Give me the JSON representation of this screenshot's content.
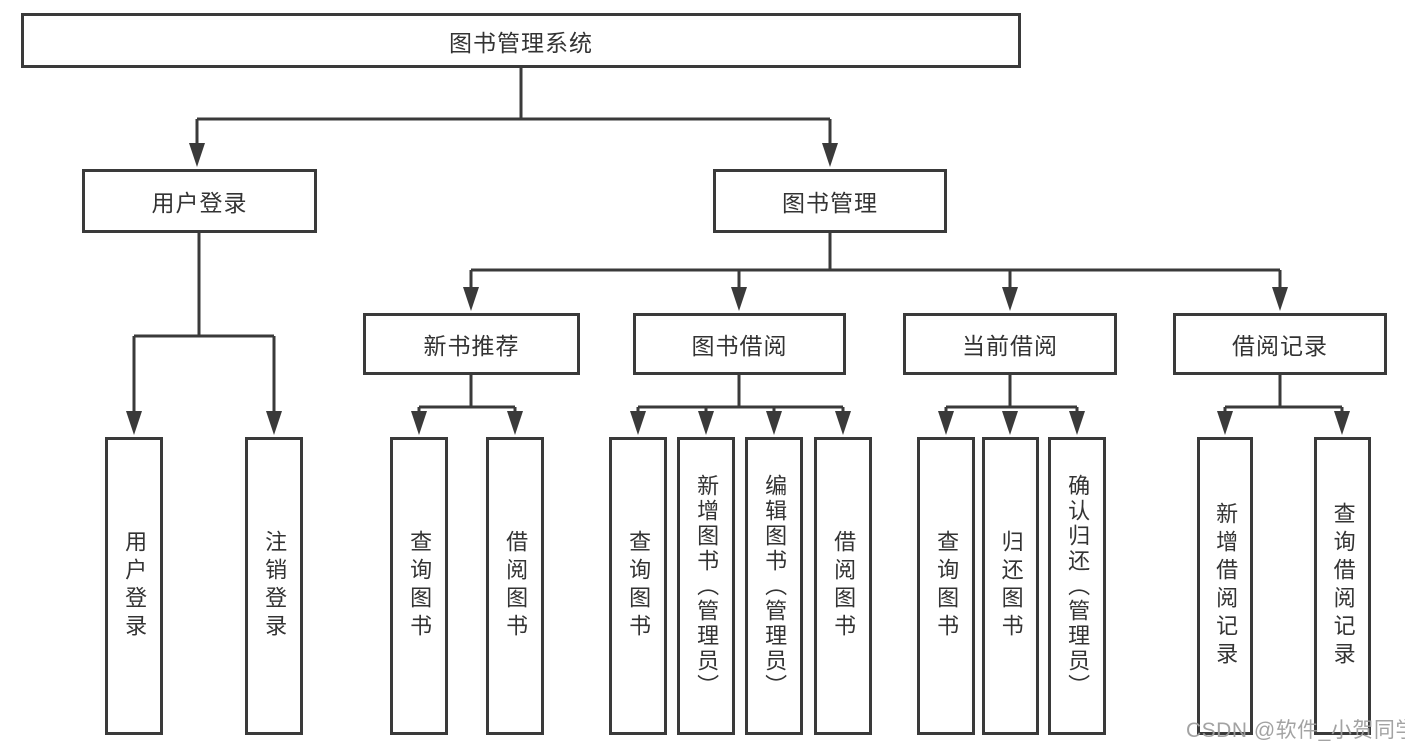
{
  "diagram": {
    "root": "图书管理系统",
    "user_login": {
      "label": "用户登录",
      "leaves": [
        "用户登录",
        "注销登录"
      ]
    },
    "book_management": {
      "label": "图书管理",
      "children": [
        {
          "label": "新书推荐",
          "leaves": [
            "查询图书",
            "借阅图书"
          ]
        },
        {
          "label": "图书借阅",
          "leaves": [
            "查询图书",
            "新增图书（管理员）",
            "编辑图书（管理员）",
            "借阅图书"
          ]
        },
        {
          "label": "当前借阅",
          "leaves": [
            "查询图书",
            "归还图书",
            "确认归还（管理员）"
          ]
        },
        {
          "label": "借阅记录",
          "leaves": [
            "新增借阅记录",
            "查询借阅记录"
          ]
        }
      ]
    }
  },
  "watermark": {
    "text": "CSDN @软件_小贺同学"
  },
  "colors": {
    "line": "#3a3a3a",
    "text": "#333333",
    "background": "#ffffff",
    "watermark": "#9e9e9e"
  }
}
